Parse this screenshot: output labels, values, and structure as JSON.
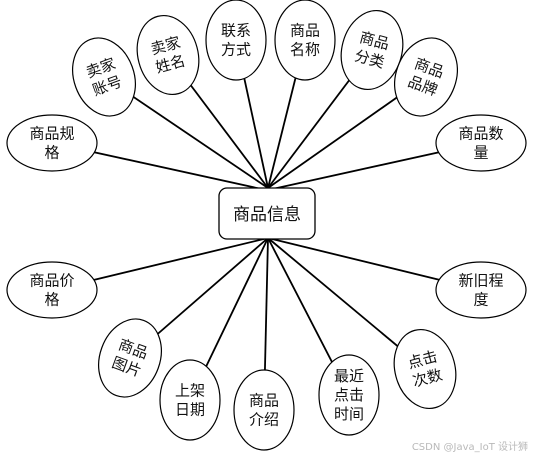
{
  "diagram": {
    "center": "商品信息",
    "attributes": [
      {
        "id": "seller-account",
        "lines": [
          "卖家",
          "账号"
        ]
      },
      {
        "id": "seller-name",
        "lines": [
          "卖家",
          "姓名"
        ]
      },
      {
        "id": "contact",
        "lines": [
          "联系",
          "方式"
        ]
      },
      {
        "id": "product-name",
        "lines": [
          "商品",
          "名称"
        ]
      },
      {
        "id": "product-category",
        "lines": [
          "商品",
          "分类"
        ]
      },
      {
        "id": "product-brand",
        "lines": [
          "商品",
          "品牌"
        ]
      },
      {
        "id": "product-spec",
        "lines": [
          "商品规",
          "格"
        ]
      },
      {
        "id": "product-quantity",
        "lines": [
          "商品数",
          "量"
        ]
      },
      {
        "id": "product-price",
        "lines": [
          "商品价",
          "格"
        ]
      },
      {
        "id": "condition",
        "lines": [
          "新旧程",
          "度"
        ]
      },
      {
        "id": "product-image",
        "lines": [
          "商品",
          "图片"
        ]
      },
      {
        "id": "listing-date",
        "lines": [
          "上架",
          "日期"
        ]
      },
      {
        "id": "product-intro",
        "lines": [
          "商品",
          "介绍"
        ]
      },
      {
        "id": "recent-click-time",
        "lines": [
          "最近",
          "点击",
          "时间"
        ]
      },
      {
        "id": "click-count",
        "lines": [
          "点击",
          "次数"
        ]
      }
    ]
  },
  "watermark": "CSDN @Java_IoT 设计狮"
}
